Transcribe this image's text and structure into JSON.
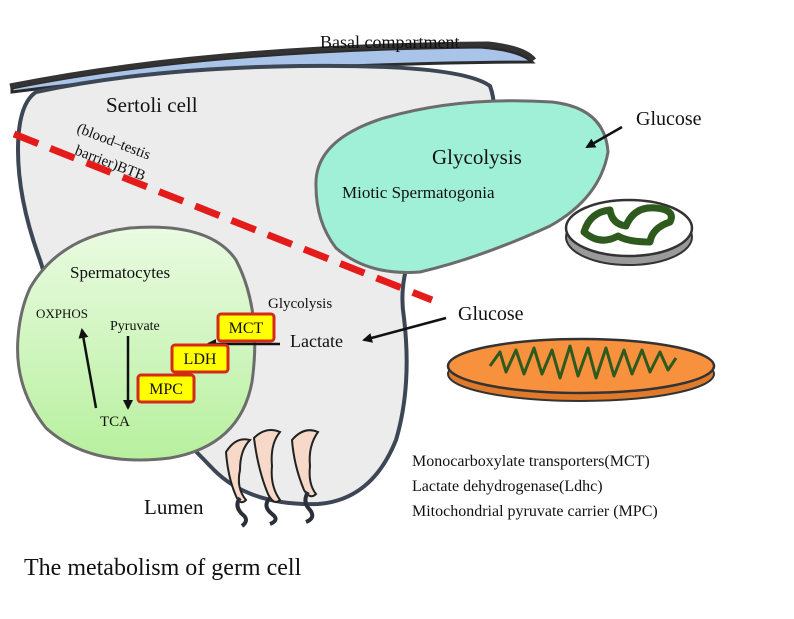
{
  "labels": {
    "basal": "Basal compartment",
    "sertoli": "Sertoli cell",
    "btb_line1": "(blood–testis",
    "btb_line2": "barrier)BTB",
    "glucose_top": "Glucose",
    "glycolysis_top": "Glycolysis",
    "spermatogonia": "Miotic Spermatogonia",
    "spermatocytes": "Spermatocytes",
    "glycolysis_mid": "Glycolysis",
    "glucose_mid": "Glucose",
    "lactate": "Lactate",
    "oxphos": "OXPHOS",
    "pyruvate": "Pyruvate",
    "tca": "TCA",
    "lumen": "Lumen",
    "caption": "The metabolism of germ cell"
  },
  "transporters": {
    "mct": "MCT",
    "ldh": "LDH",
    "mpc": "MPC"
  },
  "legend": [
    "Monocarboxylate transporters(MCT)",
    "Lactate dehydrogenase(Ldhc)",
    "Mitochondrial pyruvate carrier (MPC)"
  ],
  "colors": {
    "sertoli_fill": "#ececec",
    "cell_outline": "#3d4655",
    "basal_membrane": "#a9c4e8",
    "spermatogonia_fill": "#9ff0d6",
    "spermatocyte_fill": "#c9f5b8",
    "btb_line": "#e41b1b",
    "box_fill": "#ffff00",
    "box_border": "#d42a1a",
    "mito_orange": "#f7913d",
    "mito_cristae": "#2f5a1e"
  }
}
